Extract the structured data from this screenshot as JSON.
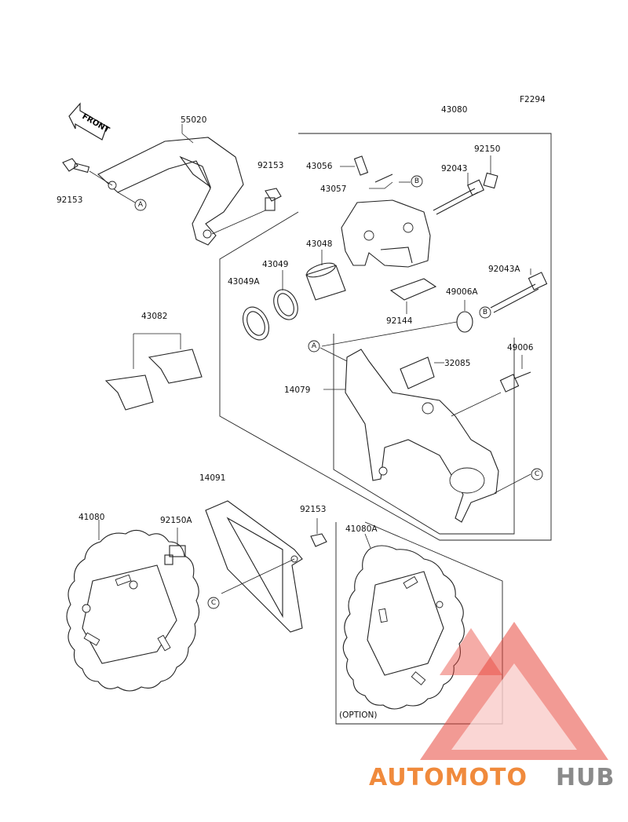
{
  "diagram_code": "F2294",
  "front_label": "FRONT",
  "option_label": "(OPTION)",
  "callouts": {
    "a": "A",
    "b": "B",
    "c": "C"
  },
  "parts": {
    "p55020": "55020",
    "p92153_top_left": "92153",
    "p92153_top": "92153",
    "p43080": "43080",
    "p43056": "43056",
    "p43057": "43057",
    "p92150": "92150",
    "p92043": "92043",
    "p43048": "43048",
    "p43049": "43049",
    "p43049a": "43049A",
    "p92043a": "92043A",
    "p49006a": "49006A",
    "p92144": "92144",
    "p43082": "43082",
    "p32085": "32085",
    "p49006": "49006",
    "p14079": "14079",
    "p14091": "14091",
    "p41080": "41080",
    "p92150a": "92150A",
    "p92153_bottom": "92153",
    "p41080a": "41080A"
  },
  "watermark": {
    "part1": "AUTOMOTO",
    "part2": "HUB",
    "color_primary": "#f08a3c",
    "color_secondary": "#8a8a8a",
    "triangle_color": "#e8473c"
  }
}
